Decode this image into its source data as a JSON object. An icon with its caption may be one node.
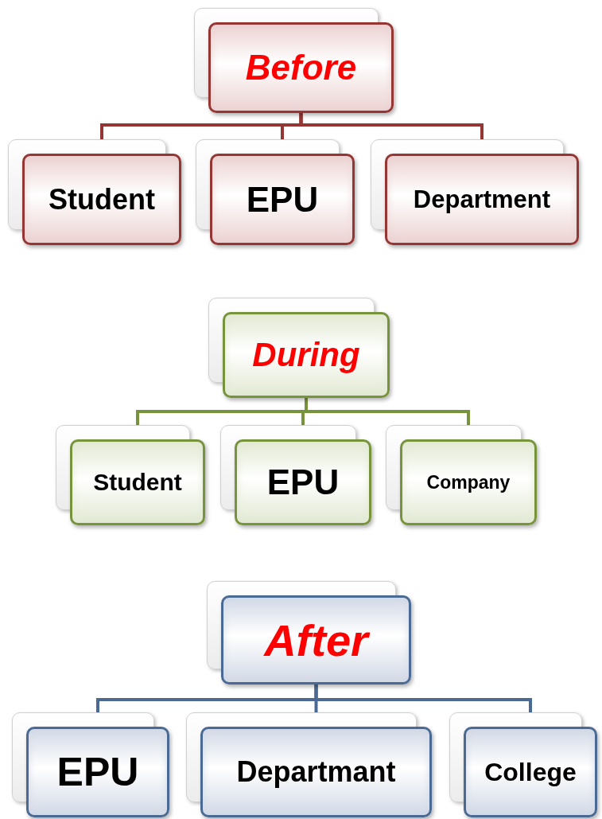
{
  "diagram": {
    "nodes": [
      {
        "text": [
          "Before"
        ]
      },
      {
        "text": [
          "Student"
        ]
      },
      {
        "text": [
          "EPU"
        ]
      },
      {
        "text": [
          "Department"
        ]
      },
      {
        "text": [
          "During"
        ]
      },
      {
        "text": [
          "Student"
        ]
      },
      {
        "text": [
          "EPU"
        ]
      },
      {
        "text": [
          "Company"
        ]
      },
      {
        "text": [
          "After"
        ]
      },
      {
        "text": [
          "EPU"
        ]
      },
      {
        "text": [
          "Departmant"
        ]
      },
      {
        "text": [
          "College"
        ]
      }
    ],
    "edges": [
      {
        "from": 0,
        "to": 1,
        "arrow": "none",
        "color": "#943634"
      },
      {
        "from": 0,
        "to": 2,
        "arrow": "none",
        "color": "#943634"
      },
      {
        "from": 0,
        "to": 3,
        "arrow": "none",
        "color": "#943634"
      },
      {
        "from": 4,
        "to": 5,
        "arrow": "none",
        "color": "#77933c"
      },
      {
        "from": 4,
        "to": 6,
        "arrow": "none",
        "color": "#77933c"
      },
      {
        "from": 4,
        "to": 7,
        "arrow": "none",
        "color": "#77933c"
      },
      {
        "from": 8,
        "to": 9,
        "arrow": "none",
        "color": "#4a6a94"
      },
      {
        "from": 8,
        "to": 10,
        "arrow": "none",
        "color": "#4a6a94"
      },
      {
        "from": 8,
        "to": 11,
        "arrow": "none",
        "color": "#4a6a94"
      }
    ]
  }
}
